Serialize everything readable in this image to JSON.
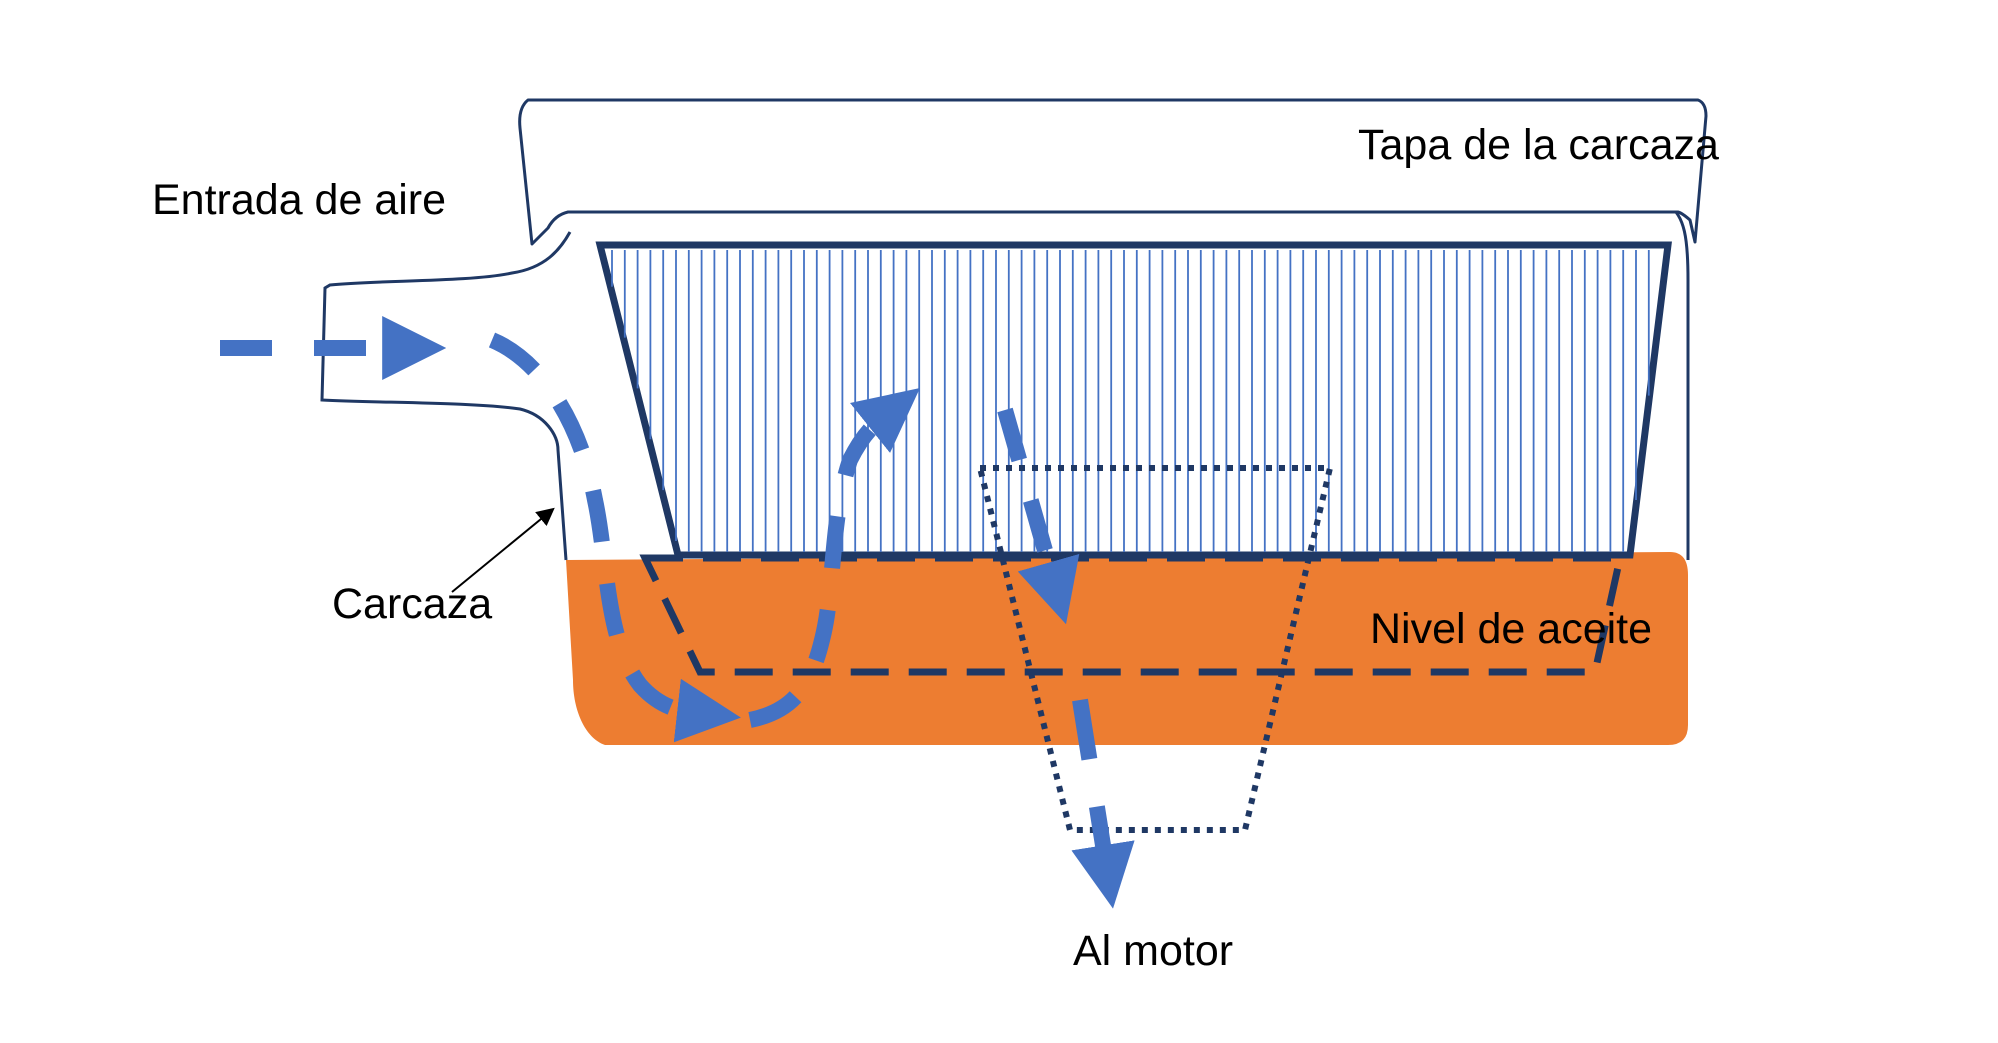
{
  "labels": {
    "cover": "Tapa de la carcaza",
    "air_inlet": "Entrada de aire",
    "housing": "Carcaza",
    "oil_level": "Nivel de aceite",
    "to_engine": "Al motor"
  },
  "colors": {
    "outline": "#1f3864",
    "filter_line": "#4472c4",
    "air_flow": "#4472c4",
    "oil": "#ed7d31",
    "text": "#000000"
  }
}
